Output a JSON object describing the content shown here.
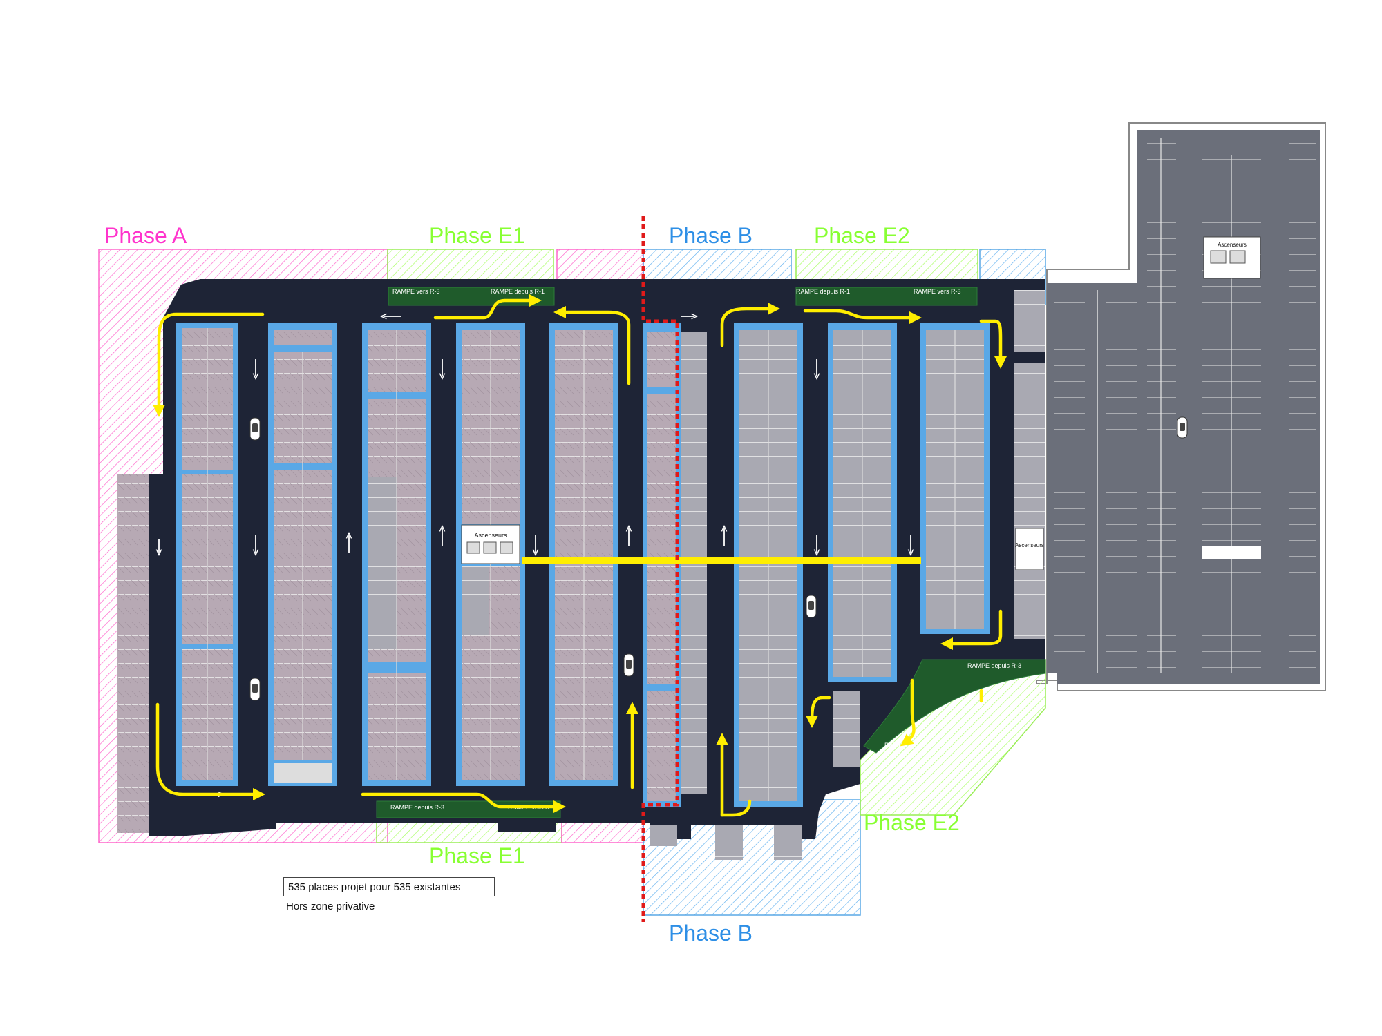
{
  "phases": {
    "a": {
      "label": "Phase A",
      "color": "#ff33cc"
    },
    "e1_top": {
      "label": "Phase E1",
      "color": "#88ff33"
    },
    "e1_bottom": {
      "label": "Phase E1",
      "color": "#88ff33"
    },
    "b_top": {
      "label": "Phase B",
      "color": "#2e8fe6"
    },
    "b_bottom": {
      "label": "Phase B",
      "color": "#2e8fe6"
    },
    "e2_top": {
      "label": "Phase E2",
      "color": "#88ff33"
    },
    "e2_bottom": {
      "label": "Phase E2",
      "color": "#88ff33"
    }
  },
  "ramps": {
    "e1_top_left": "RAMPE vers R-3",
    "e1_top_right": "RAMPE depuis R-1",
    "e2_top_left": "RAMPE depuis R-1",
    "e2_top_right": "RAMPE vers R-3",
    "e1_bottom_left": "RAMPE depuis R-3",
    "e1_bottom_right": "RAMPE vers R-1",
    "e2_bottom": "RAMPE depuis R-3",
    "e2_diag": "RAMPE"
  },
  "elevators": {
    "center": "Ascenseurs",
    "right": "Ascenseurs",
    "far_right": "Ascenseurs"
  },
  "legend": {
    "box": "535 places projet pour 535 existantes",
    "note": "Hors zone privative"
  },
  "colors": {
    "floor": "#1e2436",
    "aisle_outline": "#5aa8e6",
    "stall": "#b7a9b4",
    "existing_floor": "#6b6f7a",
    "flow_arrow": "#ffee00",
    "split_line": "#e01a1a"
  }
}
